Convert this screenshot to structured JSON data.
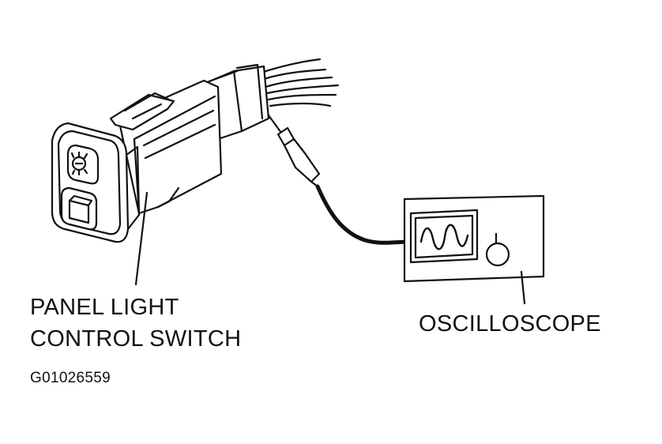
{
  "labels": {
    "switch_line1": "PANEL LIGHT",
    "switch_line2": "CONTROL SWITCH",
    "oscilloscope": "OSCILLOSCOPE",
    "figure_id": "G01026559"
  },
  "icons": {
    "switch_top_symbol": "dimmer-icon",
    "switch_bottom_symbol": "rocker-icon",
    "scope_waveform": "sine-wave-icon",
    "scope_knob": "knob-icon"
  },
  "colors": {
    "line": "#111111",
    "background": "#ffffff"
  }
}
